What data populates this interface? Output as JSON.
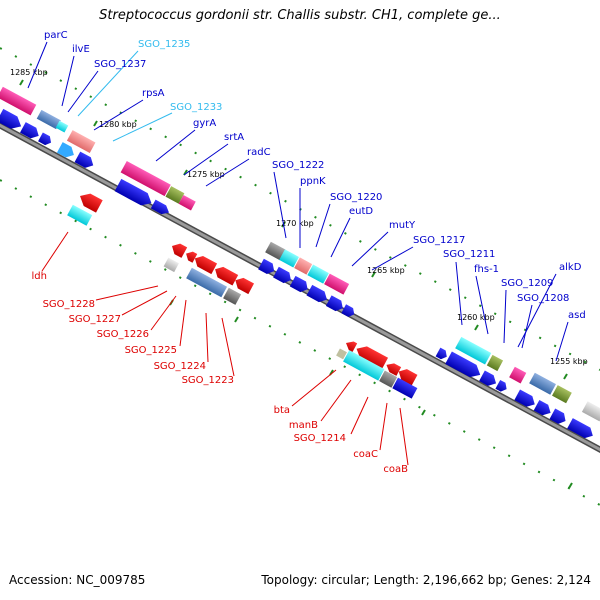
{
  "title": "Streptococcus gordonii str. Challis substr. CH1, complete ge...",
  "accession": "Accession: NC_009785",
  "topology": "Topology: circular; Length: 2,196,662 bp; Genes: 2,124",
  "colors": {
    "forward_label": "#0000cc",
    "reverse_label": "#dd0000",
    "rna_label": "#33bbee",
    "backbone": "#808080",
    "tick": "#228b22"
  },
  "scale_labels": [
    "1285 kbp",
    "1280 kbp",
    "1275 kbp",
    "1270 kbp",
    "1265 kbp",
    "1260 kbp",
    "1255 kbp"
  ],
  "forward_genes": [
    {
      "name": "parC"
    },
    {
      "name": "ilvE"
    },
    {
      "name": "SGO_1237"
    },
    {
      "name": "SGO_1235",
      "rna": true
    },
    {
      "name": "rpsA"
    },
    {
      "name": "SGO_1233",
      "rna": true
    },
    {
      "name": "gyrA"
    },
    {
      "name": "srtA"
    },
    {
      "name": "radC"
    },
    {
      "name": "SGO_1222"
    },
    {
      "name": "ppnK"
    },
    {
      "name": "SGO_1220"
    },
    {
      "name": "eutD"
    },
    {
      "name": "mutY"
    },
    {
      "name": "SGO_1217"
    },
    {
      "name": "SGO_1211"
    },
    {
      "name": "fhs-1"
    },
    {
      "name": "SGO_1209"
    },
    {
      "name": "alkD"
    },
    {
      "name": "SGO_1208"
    },
    {
      "name": "asd"
    }
  ],
  "reverse_genes": [
    {
      "name": "ldh"
    },
    {
      "name": "SGO_1228"
    },
    {
      "name": "SGO_1227"
    },
    {
      "name": "SGO_1226"
    },
    {
      "name": "SGO_1225"
    },
    {
      "name": "SGO_1224"
    },
    {
      "name": "SGO_1223"
    },
    {
      "name": "bta"
    },
    {
      "name": "manB"
    },
    {
      "name": "SGO_1214"
    },
    {
      "name": "coaC"
    },
    {
      "name": "coaB"
    }
  ]
}
